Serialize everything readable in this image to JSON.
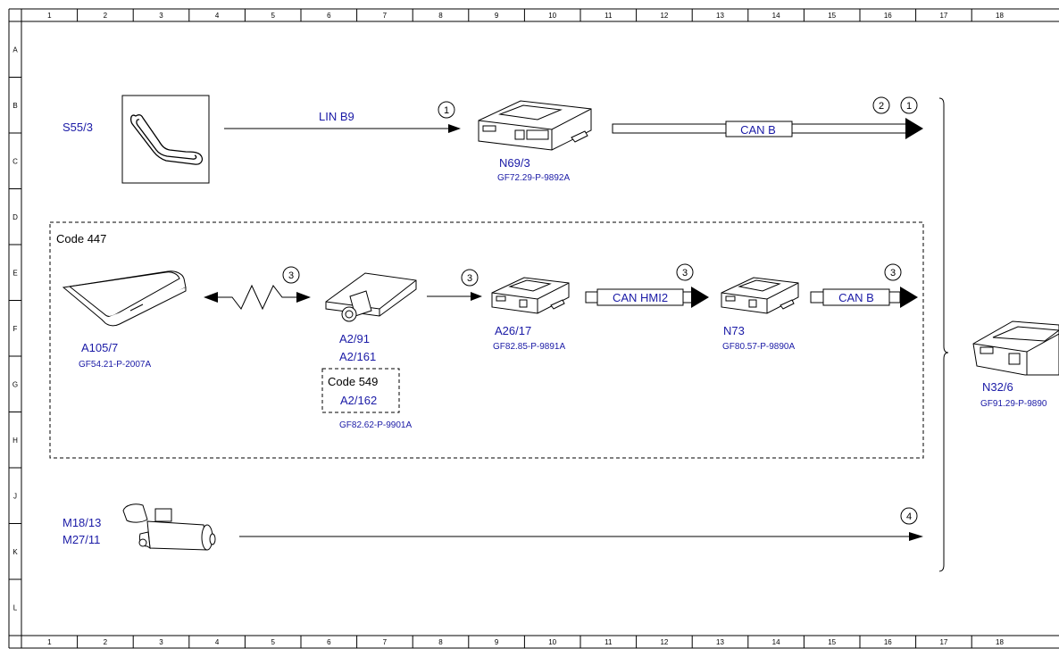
{
  "grid": {
    "columns": [
      "1",
      "2",
      "3",
      "4",
      "5",
      "6",
      "7",
      "8",
      "9",
      "10",
      "11",
      "12",
      "13",
      "14",
      "15",
      "16",
      "17",
      "18"
    ],
    "rows": [
      "A",
      "B",
      "C",
      "D",
      "E",
      "F",
      "G",
      "H",
      "J",
      "K",
      "L"
    ]
  },
  "components": {
    "s55_3": "S55/3",
    "n69_3": "N69/3",
    "n69_3_ref": "GF72.29-P-9892A",
    "a105_7": "A105/7",
    "a105_7_ref": "GF54.21-P-2007A",
    "a2_91": "A2/91",
    "a2_161": "A2/161",
    "a2_162": "A2/162",
    "a2_162_ref": "GF82.62-P-9901A",
    "a26_17": "A26/17",
    "a26_17_ref": "GF82.85-P-9891A",
    "n73": "N73",
    "n73_ref": "GF80.57-P-9890A",
    "m18_13": "M18/13",
    "m27_11": "M27/11",
    "n32_6": "N32/6",
    "n32_6_ref": "GF91.29-P-9890"
  },
  "buses": {
    "lin_b9": "LIN B9",
    "can_b_top": "CAN B",
    "can_hmi2": "CAN HMI2",
    "can_b_mid": "CAN B"
  },
  "codes": {
    "code_447": "Code 447",
    "code_549": "Code 549"
  },
  "markers": {
    "m1_lin": "1",
    "m2_top": "2",
    "m1_top": "1",
    "m3_wave": "3",
    "m3_a2": "3",
    "m3_hmi": "3",
    "m3_canb": "3",
    "m4_motor": "4"
  }
}
